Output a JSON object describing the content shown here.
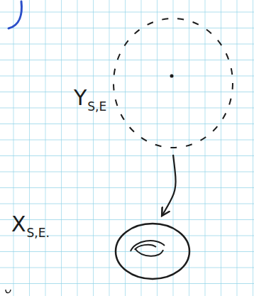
{
  "diagram": {
    "nodes": [
      {
        "text": [
          "Y",
          "S,E"
        ]
      },
      {
        "text": [
          "X",
          "S,E."
        ]
      }
    ],
    "edges": [
      {
        "from": 0,
        "to": 1,
        "arrow": "to"
      }
    ]
  }
}
